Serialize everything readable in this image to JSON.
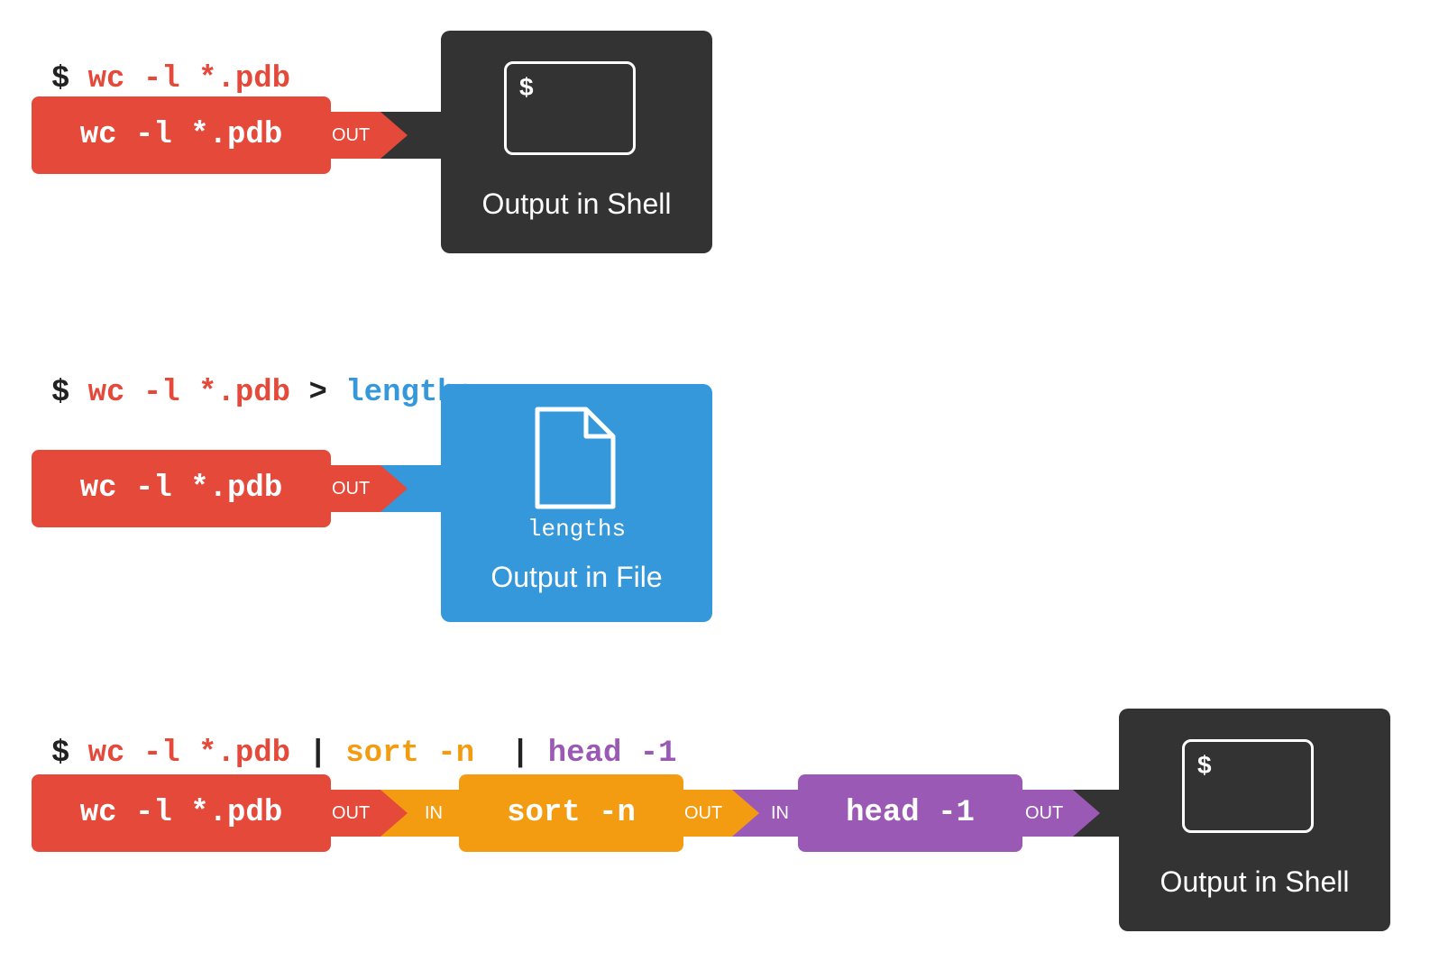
{
  "colors": {
    "wc": "#e5493a",
    "sort": "#f39c12",
    "head": "#9b59b6",
    "file": "#3498db",
    "shell": "#333333",
    "text_dark": "#222222"
  },
  "row1": {
    "cmd": {
      "prompt": "$",
      "wc": "wc -l *.pdb"
    },
    "wc_block": "wc -l *.pdb",
    "out_label": "OUT",
    "shell_prompt": "$",
    "output_title": "Output in Shell"
  },
  "row2": {
    "cmd": {
      "prompt": "$",
      "wc": "wc -l *.pdb",
      "redirect": ">",
      "file": "lengths"
    },
    "wc_block": "wc -l *.pdb",
    "out_label": "OUT",
    "file_name": "lengths",
    "output_title": "Output in File"
  },
  "row3": {
    "cmd": {
      "prompt": "$",
      "wc": "wc -l *.pdb",
      "pipe1": "|",
      "sort": "sort -n",
      "pipe2": "|",
      "head": "head -1"
    },
    "wc_block": "wc -l *.pdb",
    "sort_block": "sort -n",
    "head_block": "head -1",
    "out_label": "OUT",
    "in_label": "IN",
    "shell_prompt": "$",
    "output_title": "Output in Shell"
  }
}
